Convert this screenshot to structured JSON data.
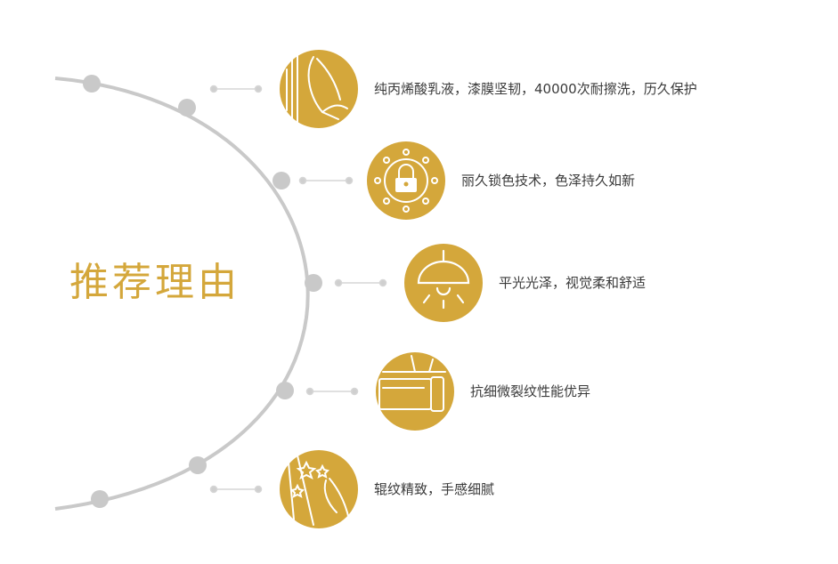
{
  "title": "推荐理由",
  "colors": {
    "accent": "#d4a73b",
    "arc": "#c9c9c9",
    "text": "#3a3a3a"
  },
  "items": [
    {
      "text": "纯丙烯酸乳液，漆膜坚韧，40000次耐擦洗，历久保护",
      "icon": "hand-wiping-wall-icon"
    },
    {
      "text": "丽久锁色技术，色泽持久如新",
      "icon": "lock-icon"
    },
    {
      "text": "平光光泽，视觉柔和舒适",
      "icon": "ceiling-lamp-icon"
    },
    {
      "text": "抗细微裂纹性能优异",
      "icon": "crack-roller-icon"
    },
    {
      "text": "辊纹精致，手感细腻",
      "icon": "hand-touching-wall-icon"
    }
  ]
}
